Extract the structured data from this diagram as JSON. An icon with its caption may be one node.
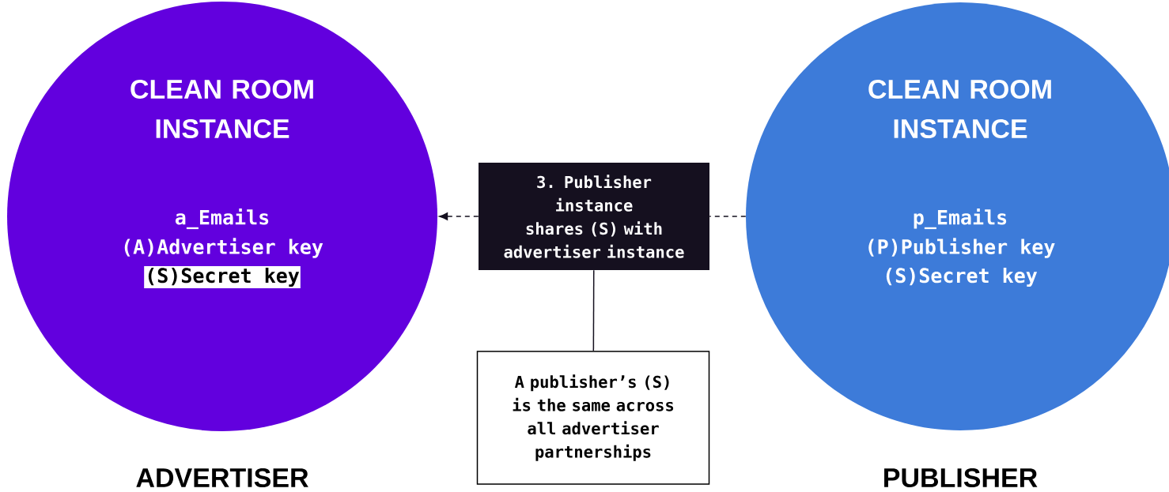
{
  "diagram": {
    "nodes": [
      {
        "text": [
          "CLEAN ROOM INSTANCE",
          "a_Emails",
          "(A)Advertiser key",
          "(S)Secret key"
        ],
        "beside": [
          "ADVERTISER"
        ]
      },
      {
        "text": [
          "CLEAN ROOM INSTANCE",
          "p_Emails",
          "(P)Publisher key",
          "(S)Secret key"
        ],
        "beside": [
          "PUBLISHER"
        ]
      },
      {
        "text": [
          "3. Publisher instance shares (S) with advertiser instance"
        ]
      },
      {
        "text": [
          "A publisher’s (S) is the same across all advertiser partnerships"
        ]
      }
    ],
    "edges": [
      {
        "from": 2,
        "to": 0,
        "arrow": "to",
        "style": "dashed"
      },
      {
        "from": 1,
        "to": 2,
        "arrow": "none",
        "style": "dashed"
      },
      {
        "from": 3,
        "to": 2,
        "arrow": "none"
      }
    ]
  }
}
